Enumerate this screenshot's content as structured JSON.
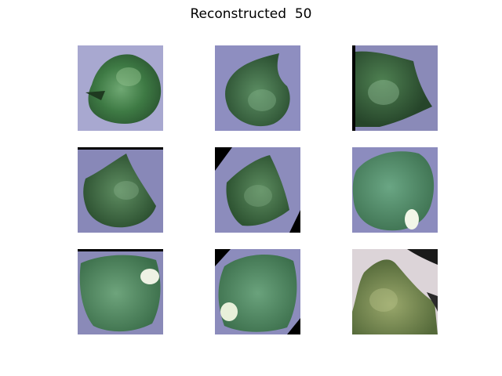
{
  "figure": {
    "title": "Reconstructed  50"
  },
  "colors": {
    "background": "#ffffff",
    "tile_background": "#8a8ab8",
    "leaf_dark": "#2f5a35",
    "leaf_mid": "#4f8a52",
    "leaf_light": "#7fb08a",
    "black": "#000000",
    "light_tile_background": "#dcd4d8",
    "olive_leaf": "#7a8a52"
  },
  "tiles": [
    {
      "name": "tile-1",
      "content": "green-leaf-on-purple"
    },
    {
      "name": "tile-2",
      "content": "green-leaf-on-purple"
    },
    {
      "name": "tile-3",
      "content": "green-leaf-on-purple-black-left-border"
    },
    {
      "name": "tile-4",
      "content": "green-leaf-on-purple-black-top-border"
    },
    {
      "name": "tile-5",
      "content": "green-leaf-rotated-with-black-corners"
    },
    {
      "name": "tile-6",
      "content": "green-leaf-with-white-spot"
    },
    {
      "name": "tile-7",
      "content": "green-leaf-with-white-spot-black-top-border"
    },
    {
      "name": "tile-8",
      "content": "green-leaf-rotated-with-white-spot-black-corners"
    },
    {
      "name": "tile-9",
      "content": "olive-leaf-on-light-background"
    }
  ]
}
